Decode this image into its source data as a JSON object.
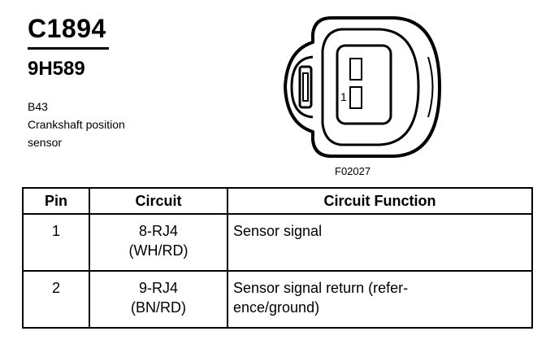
{
  "header": {
    "connector_id": "C1894",
    "part_number": "9H589",
    "description": [
      "B43",
      "Crankshaft position",
      "sensor"
    ]
  },
  "figure": {
    "code": "F02027",
    "pin_label": "1"
  },
  "table": {
    "headers": {
      "pin": "Pin",
      "circuit": "Circuit",
      "function": "Circuit Function"
    },
    "rows": [
      {
        "pin": "1",
        "circuit": [
          "8-RJ4",
          "(WH/RD)"
        ],
        "function": [
          "Sensor signal"
        ]
      },
      {
        "pin": "2",
        "circuit": [
          "9-RJ4",
          "(BN/RD)"
        ],
        "function": [
          "Sensor signal return (refer-",
          "ence/ground)"
        ]
      }
    ]
  }
}
